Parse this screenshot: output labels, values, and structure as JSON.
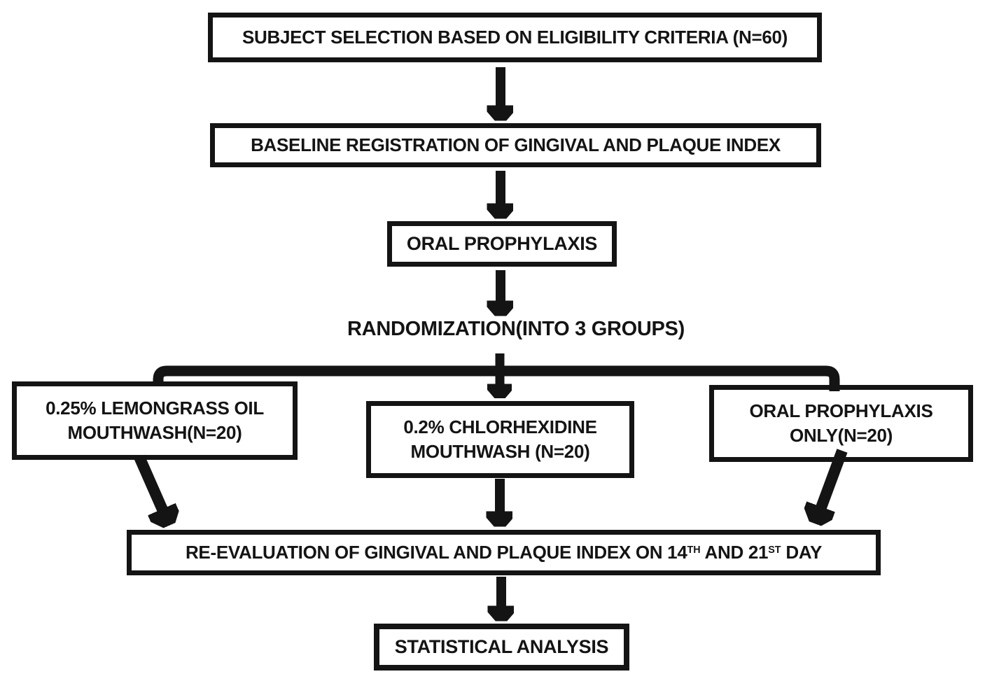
{
  "colors": {
    "background": "#ffffff",
    "ink": "#141414"
  },
  "nodes": {
    "subject": {
      "label": "SUBJECT SELECTION BASED ON ELIGIBILITY CRITERIA (N=60)"
    },
    "baseline": {
      "label": "BASELINE REGISTRATION OF GINGIVAL AND PLAQUE INDEX"
    },
    "oral_prophylaxis": {
      "label": "ORAL PROPHYLAXIS"
    },
    "randomization": {
      "label": "RANDOMIZATION(INTO 3 GROUPS)"
    },
    "group_lemongrass": {
      "line1": "0.25% LEMONGRASS OIL",
      "line2": "MOUTHWASH(N=20)"
    },
    "group_chlorhexidine": {
      "line1": "0.2% CHLORHEXIDINE",
      "line2": "MOUTHWASH (N=20)"
    },
    "group_prophylaxis_only": {
      "line1": "ORAL PROPHYLAXIS",
      "line2": "ONLY(N=20)"
    },
    "reevaluation": {
      "part1": "RE-EVALUATION OF GINGIVAL AND PLAQUE INDEX ON 14",
      "sup1": "TH",
      "part2": " AND 21",
      "sup2": "ST",
      "part3": " DAY"
    },
    "statistical": {
      "label": "STATISTICAL ANALYSIS"
    }
  }
}
